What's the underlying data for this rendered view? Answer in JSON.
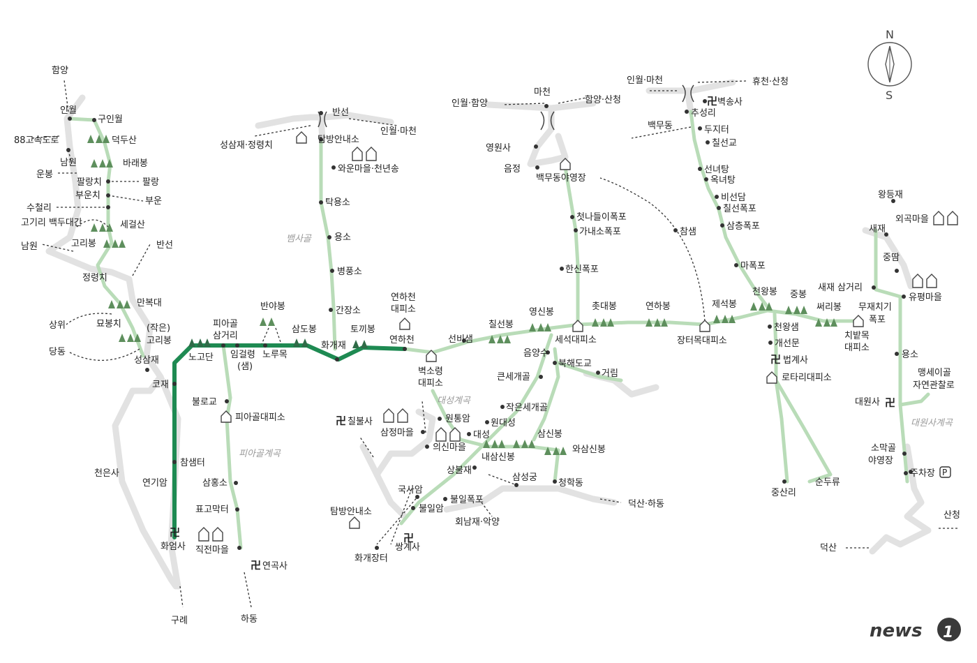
{
  "colors": {
    "main_route": "#1e8a52",
    "trail": "#b9dcb8",
    "road": "#e2e2e2",
    "peak": "#5e8f5d",
    "valley_text": "#9a9a9a"
  },
  "compass": {
    "north": "N",
    "south": "S"
  },
  "logo": {
    "text": "news",
    "number": "1"
  },
  "temple_symbol": "卍",
  "parking_symbol": "P",
  "valleys": [
    "뱀사골",
    "대성계곡",
    "피아골계곡",
    "대원사계곡"
  ],
  "places": {
    "hamyang": "함양",
    "inwol": "인월",
    "guinwol": "구인월",
    "hwy88": "88고속도로",
    "deokdusan": "덕두산",
    "namwon1": "남원",
    "unbong": "운봉",
    "baraebong": "바래봉",
    "palangchi": "팔랑치",
    "palang": "팔랑",
    "buunchi": "부운치",
    "buun": "부운",
    "suchulri": "수철리",
    "gogiri_baekdu": "고기리 백두대간",
    "segeolsan": "세걸산",
    "namwon2": "남원",
    "goribong": "고리봉",
    "banseon1": "반선",
    "jeongryeongchi": "정령치",
    "manbokdae": "만복대",
    "sangwi": "상위",
    "myobongchi": "묘봉치",
    "small_goribong": "(작은)\n고리봉",
    "dangdong": "당동",
    "seongsamjae": "성삼재",
    "nogodan": "노고단",
    "kojae": "코재",
    "piagol_junction": "피아골\n삼거리",
    "imgeollyeong": "임걸령\n(샘)",
    "norumok": "노루목",
    "banyabong": "반야봉",
    "samdobong": "삼도봉",
    "hwagaejae": "화개재",
    "tokkibong": "토끼봉",
    "bullogyo": "불로교",
    "piagol_shelter": "피아골대피소",
    "cheoneunsa": "천은사",
    "chamsaemteo": "참샘터",
    "yeongiam": "연기암",
    "hwaeomsa": "화엄사",
    "gurye": "구례",
    "samhongso": "삼홍소",
    "pyogomakteo": "표고막터",
    "jikjeon": "직전마을",
    "yeongoksa": "연곡사",
    "hadong": "하동",
    "banseon2": "반선",
    "seongsamjae_jr": "성삼재·정령치",
    "inwol_macheon1": "인월·마천",
    "tambang1": "탐방안내소",
    "waun": "와운마을·천년송",
    "takyongso": "탁용소",
    "yongso1": "용소",
    "byeongpungso": "병풍소",
    "ganjangso": "간장소",
    "yeonhacheon_shelter": "연하천\n대피소",
    "yeonhacheon": "연하천",
    "byeoksoryeong": "벽소령\n대피소",
    "seonbisaem": "선비샘",
    "chilseonbong": "칠선봉",
    "yeongsinbong": "영신봉",
    "seseok": "세석대피소",
    "chotdaebong": "촛대봉",
    "yeonhabong": "연하봉",
    "jangteomok": "장터목대피소",
    "jeseokbong": "제석봉",
    "cheonwangbong": "천왕봉",
    "jungbong": "중봉",
    "sseoribong": "써리봉",
    "chibatmok": "치밭목\n대피소",
    "eumyangsu": "음양수",
    "bukhaedogyo": "북해도교",
    "georim": "거림",
    "keunsegaegol": "큰세개골",
    "jageunsegaegol": "작은세개골",
    "samsinbong": "삼신봉",
    "wonsamsinbong": "와삼신봉",
    "naesamsinbong": "내삼신봉",
    "cheonghakdong": "청학동",
    "samseonggung": "삼성궁",
    "deoksan_hadong": "덕산·하동",
    "wontongam": "원통암",
    "wondaeseong": "원대성",
    "daeseong": "대성",
    "uisin": "의신마을",
    "samjeong": "삼정마을",
    "chilbulsa": "칠불사",
    "sangbuljae": "상불재",
    "guksaam": "국사암",
    "buliram": "불일암",
    "bulilpokpo": "불일폭포",
    "hoenamjae": "회남재·악양",
    "tambang2": "탐방안내소",
    "ssanggyesa": "쌍계사",
    "hwagae_market": "화개장터",
    "inwol_hamyang": "인월·함양",
    "macheon": "마천",
    "hamyang_sancheong1": "함양·산청",
    "yeongwonsa": "영원사",
    "eumjeong": "음정",
    "baengmu_camp": "백무동야영장",
    "cheotnadeuri": "첫나들이폭포",
    "ganaeso": "가내소폭포",
    "hansin": "한신폭포",
    "chamsaem": "참샘",
    "inwol_macheon2": "인월·마천",
    "hyucheon": "휴천·산청",
    "byeoksongsa": "벽송사",
    "chuseongri": "추성리",
    "baengmudong": "백무동",
    "dujiteo": "두지터",
    "chilseongyo": "칠선교",
    "seonnyeotang": "선녀탕",
    "oknyeotang": "옥녀탕",
    "biseondam": "비선담",
    "chilseonpokpo": "칠선폭포",
    "samcheung": "삼층폭포",
    "mapokpo": "마폭포",
    "cheonwangsaem": "천왕샘",
    "gaeseonmun": "개선문",
    "beopgyesa": "법계사",
    "rotari": "로타리대피소",
    "jungsanri": "중산리",
    "sundurye": "순두류",
    "wangdeungjae": "왕등재",
    "oegok": "외곡마을",
    "saejae": "새재",
    "jeungttam": "중땀",
    "saejae_junction": "새재 삼거리",
    "mujaechigi": "무재치기\n폭포",
    "yupyeong": "유평마을",
    "yongso2": "용소",
    "maengsei": "맹세이골\n자연관찰로",
    "daewonsa": "대원사",
    "somakgol": "소막골\n야영장",
    "parking": "주차장",
    "sancheong": "산청",
    "deoksan": "덕산"
  }
}
